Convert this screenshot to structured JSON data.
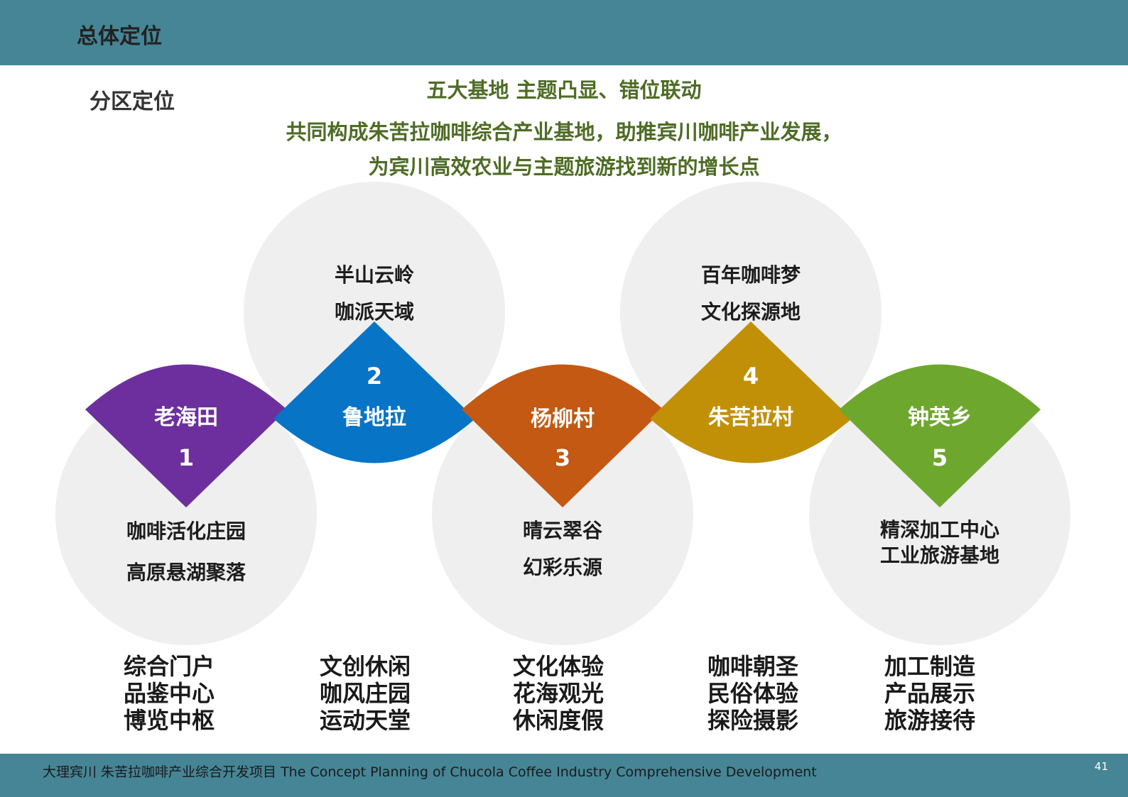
{
  "header": {
    "title": "总体定位",
    "bar_color": "#468595"
  },
  "section_title": "分区定位",
  "headline": {
    "line1": "五大基地 主题凸显、错位联动",
    "line2": "共同构成朱苦拉咖啡综合产业基地，助推宾川咖啡产业发展，",
    "line3": "为宾川高效农业与主题旅游找到新的增长点",
    "color": "#4e6c25"
  },
  "zones": [
    {
      "name": "老海田",
      "number": "1",
      "color": "#6d2f9d",
      "circle_lines": [
        "咖啡活化庄园",
        "高原悬湖聚落"
      ],
      "functions": [
        "综合门户",
        "品鉴中心",
        "博览中枢"
      ]
    },
    {
      "name": "鲁地拉",
      "number": "2",
      "color": "#0774c6",
      "circle_lines": [
        "半山云岭",
        "咖派天域"
      ],
      "functions": [
        "文创休闲",
        "咖风庄园",
        "运动天堂"
      ]
    },
    {
      "name": "杨柳村",
      "number": "3",
      "color": "#c35912",
      "circle_lines": [
        "晴云翠谷",
        "幻彩乐源"
      ],
      "functions": [
        "文化体验",
        "花海观光",
        "休闲度假"
      ]
    },
    {
      "name": "朱苦拉村",
      "number": "4",
      "color": "#c19006",
      "circle_lines": [
        "百年咖啡梦",
        "文化探源地"
      ],
      "functions": [
        "咖啡朝圣",
        "民俗体验",
        "探险摄影"
      ]
    },
    {
      "name": "钟英乡",
      "number": "5",
      "color": "#6ea72e",
      "circle_lines": [
        "精深加工中心",
        "工业旅游基地"
      ],
      "functions": [
        "加工制造",
        "产品展示",
        "旅游接待"
      ]
    }
  ],
  "footer": {
    "text": "大理宾川    朱苦拉咖啡产业综合开发项目  The Concept Planning of  Chucola Coffee  Industry Comprehensive Development",
    "page_number": "41"
  }
}
